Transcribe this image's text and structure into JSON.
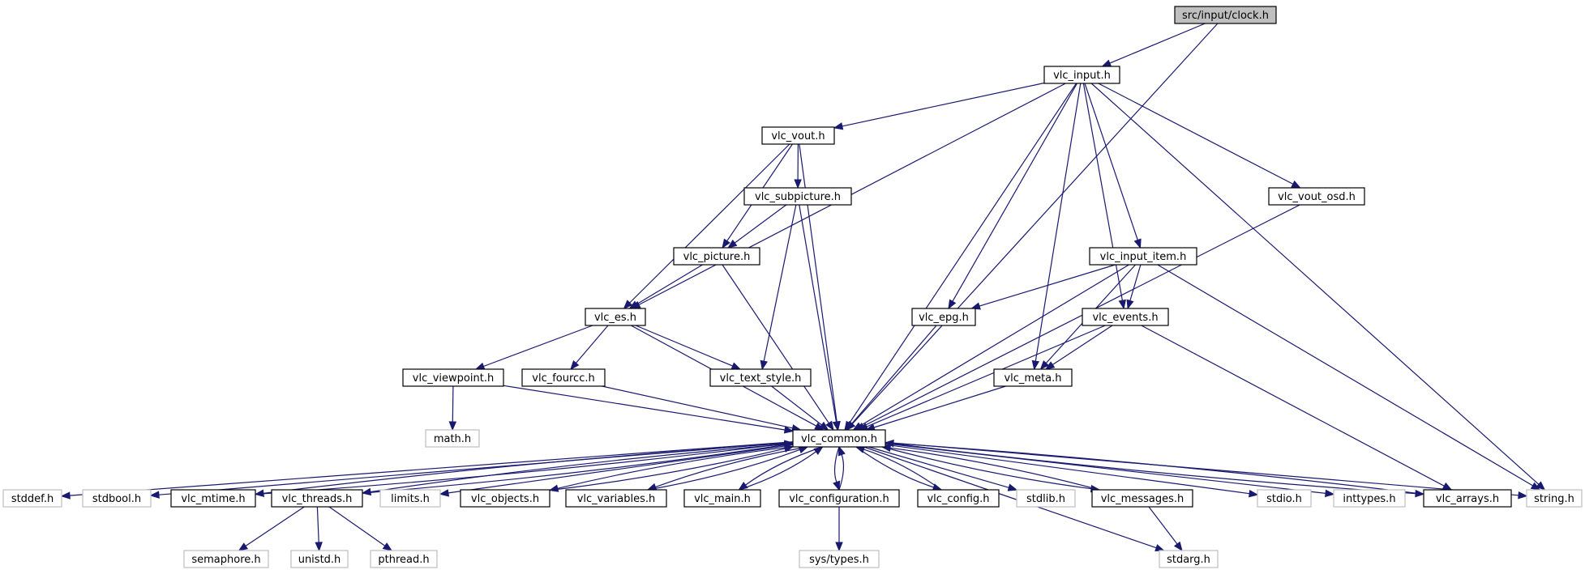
{
  "diagram": {
    "type": "include-dependency-graph",
    "nodes": [
      {
        "id": "clock",
        "label": "src/input/clock.h",
        "kind": "root"
      },
      {
        "id": "vlc_input",
        "label": "vlc_input.h",
        "kind": "header"
      },
      {
        "id": "vlc_vout",
        "label": "vlc_vout.h",
        "kind": "header"
      },
      {
        "id": "vlc_vout_osd",
        "label": "vlc_vout_osd.h",
        "kind": "header"
      },
      {
        "id": "vlc_subpicture",
        "label": "vlc_subpicture.h",
        "kind": "header"
      },
      {
        "id": "vlc_picture",
        "label": "vlc_picture.h",
        "kind": "header"
      },
      {
        "id": "vlc_input_item",
        "label": "vlc_input_item.h",
        "kind": "header"
      },
      {
        "id": "vlc_es",
        "label": "vlc_es.h",
        "kind": "header"
      },
      {
        "id": "vlc_epg",
        "label": "vlc_epg.h",
        "kind": "header"
      },
      {
        "id": "vlc_events",
        "label": "vlc_events.h",
        "kind": "header"
      },
      {
        "id": "vlc_viewpoint",
        "label": "vlc_viewpoint.h",
        "kind": "header"
      },
      {
        "id": "vlc_fourcc",
        "label": "vlc_fourcc.h",
        "kind": "header"
      },
      {
        "id": "vlc_text_style",
        "label": "vlc_text_style.h",
        "kind": "header"
      },
      {
        "id": "vlc_meta",
        "label": "vlc_meta.h",
        "kind": "header"
      },
      {
        "id": "math",
        "label": "math.h",
        "kind": "external"
      },
      {
        "id": "vlc_common",
        "label": "vlc_common.h",
        "kind": "header"
      },
      {
        "id": "stddef",
        "label": "stddef.h",
        "kind": "external"
      },
      {
        "id": "stdbool",
        "label": "stdbool.h",
        "kind": "external"
      },
      {
        "id": "vlc_mtime",
        "label": "vlc_mtime.h",
        "kind": "header"
      },
      {
        "id": "vlc_threads",
        "label": "vlc_threads.h",
        "kind": "header"
      },
      {
        "id": "limits",
        "label": "limits.h",
        "kind": "external"
      },
      {
        "id": "vlc_objects",
        "label": "vlc_objects.h",
        "kind": "header"
      },
      {
        "id": "vlc_variables",
        "label": "vlc_variables.h",
        "kind": "header"
      },
      {
        "id": "vlc_main",
        "label": "vlc_main.h",
        "kind": "header"
      },
      {
        "id": "vlc_configuration",
        "label": "vlc_configuration.h",
        "kind": "header"
      },
      {
        "id": "vlc_config",
        "label": "vlc_config.h",
        "kind": "header"
      },
      {
        "id": "stdlib",
        "label": "stdlib.h",
        "kind": "external"
      },
      {
        "id": "vlc_messages",
        "label": "vlc_messages.h",
        "kind": "header"
      },
      {
        "id": "stdio",
        "label": "stdio.h",
        "kind": "external"
      },
      {
        "id": "inttypes",
        "label": "inttypes.h",
        "kind": "external"
      },
      {
        "id": "vlc_arrays",
        "label": "vlc_arrays.h",
        "kind": "header"
      },
      {
        "id": "string",
        "label": "string.h",
        "kind": "external"
      },
      {
        "id": "semaphore",
        "label": "semaphore.h",
        "kind": "external"
      },
      {
        "id": "unistd",
        "label": "unistd.h",
        "kind": "external"
      },
      {
        "id": "pthread",
        "label": "pthread.h",
        "kind": "external"
      },
      {
        "id": "sys_types",
        "label": "sys/types.h",
        "kind": "external"
      },
      {
        "id": "stdarg",
        "label": "stdarg.h",
        "kind": "external"
      }
    ],
    "edges": [
      [
        "clock",
        "vlc_input"
      ],
      [
        "clock",
        "vlc_common"
      ],
      [
        "vlc_input",
        "vlc_es"
      ],
      [
        "vlc_input",
        "vlc_vout"
      ],
      [
        "vlc_input",
        "vlc_epg"
      ],
      [
        "vlc_input",
        "vlc_meta"
      ],
      [
        "vlc_input",
        "vlc_events"
      ],
      [
        "vlc_input",
        "vlc_input_item"
      ],
      [
        "vlc_input",
        "vlc_common"
      ],
      [
        "vlc_input",
        "vlc_vout_osd"
      ],
      [
        "vlc_input",
        "string"
      ],
      [
        "vlc_vout",
        "vlc_subpicture"
      ],
      [
        "vlc_vout",
        "vlc_picture"
      ],
      [
        "vlc_vout",
        "vlc_es"
      ],
      [
        "vlc_vout",
        "vlc_common"
      ],
      [
        "vlc_subpicture",
        "vlc_picture"
      ],
      [
        "vlc_subpicture",
        "vlc_text_style"
      ],
      [
        "vlc_subpicture",
        "vlc_common"
      ],
      [
        "vlc_picture",
        "vlc_es"
      ],
      [
        "vlc_picture",
        "vlc_common"
      ],
      [
        "vlc_es",
        "vlc_viewpoint"
      ],
      [
        "vlc_es",
        "vlc_fourcc"
      ],
      [
        "vlc_es",
        "vlc_text_style"
      ],
      [
        "vlc_es",
        "vlc_common"
      ],
      [
        "vlc_viewpoint",
        "math"
      ],
      [
        "vlc_viewpoint",
        "vlc_common"
      ],
      [
        "vlc_fourcc",
        "vlc_common"
      ],
      [
        "vlc_text_style",
        "vlc_common"
      ],
      [
        "vlc_input_item",
        "vlc_epg"
      ],
      [
        "vlc_input_item",
        "vlc_events"
      ],
      [
        "vlc_input_item",
        "vlc_meta"
      ],
      [
        "vlc_input_item",
        "vlc_common"
      ],
      [
        "vlc_input_item",
        "string"
      ],
      [
        "vlc_epg",
        "vlc_common"
      ],
      [
        "vlc_events",
        "vlc_meta"
      ],
      [
        "vlc_events",
        "vlc_common"
      ],
      [
        "vlc_events",
        "vlc_arrays"
      ],
      [
        "vlc_meta",
        "vlc_common"
      ],
      [
        "vlc_vout_osd",
        "vlc_common"
      ],
      [
        "vlc_common",
        "stddef"
      ],
      [
        "vlc_common",
        "stdbool"
      ],
      [
        "vlc_common",
        "vlc_mtime"
      ],
      [
        "vlc_common",
        "vlc_threads"
      ],
      [
        "vlc_common",
        "limits"
      ],
      [
        "vlc_common",
        "vlc_objects"
      ],
      [
        "vlc_common",
        "vlc_variables"
      ],
      [
        "vlc_common",
        "vlc_main"
      ],
      [
        "vlc_common",
        "vlc_configuration"
      ],
      [
        "vlc_common",
        "vlc_config"
      ],
      [
        "vlc_common",
        "stdlib"
      ],
      [
        "vlc_common",
        "vlc_messages"
      ],
      [
        "vlc_common",
        "stdio"
      ],
      [
        "vlc_common",
        "inttypes"
      ],
      [
        "vlc_common",
        "vlc_arrays"
      ],
      [
        "vlc_common",
        "string"
      ],
      [
        "vlc_common",
        "stdarg"
      ],
      [
        "vlc_mtime",
        "vlc_common"
      ],
      [
        "vlc_threads",
        "vlc_common"
      ],
      [
        "vlc_objects",
        "vlc_common"
      ],
      [
        "vlc_variables",
        "vlc_common"
      ],
      [
        "vlc_main",
        "vlc_common"
      ],
      [
        "vlc_configuration",
        "vlc_common"
      ],
      [
        "vlc_config",
        "vlc_common"
      ],
      [
        "vlc_messages",
        "vlc_common"
      ],
      [
        "vlc_arrays",
        "vlc_common"
      ],
      [
        "vlc_threads",
        "semaphore"
      ],
      [
        "vlc_threads",
        "unistd"
      ],
      [
        "vlc_threads",
        "pthread"
      ],
      [
        "vlc_configuration",
        "sys_types"
      ],
      [
        "vlc_messages",
        "stdarg"
      ]
    ],
    "colors": {
      "edge": "#191970",
      "node_border": "#000000",
      "external_border": "#bfbfbf",
      "root_fill": "#bfbfbf",
      "background": "#ffffff"
    }
  }
}
